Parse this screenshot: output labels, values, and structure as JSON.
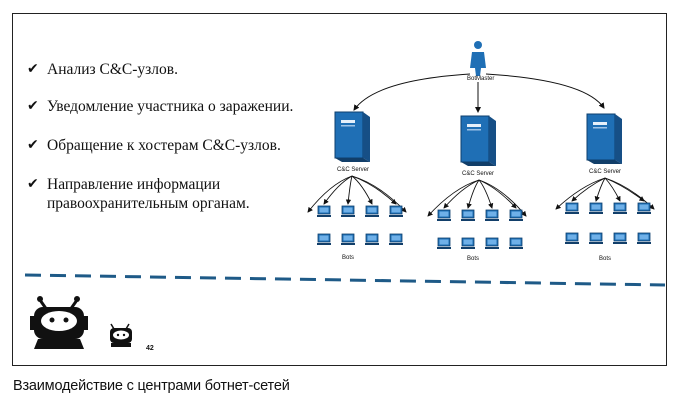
{
  "checklist": [
    {
      "icon": "checkmark-icon",
      "text": "Анализ C&C-узлов."
    },
    {
      "icon": "checkmark-icon",
      "text": "Уведомление участника о заражении."
    },
    {
      "icon": "checkmark-icon",
      "text": "Обращение к хостерам C&C-узлов."
    },
    {
      "icon": "checkmark-icon",
      "text": "Направление информации правоохранительным органам."
    }
  ],
  "diagram": {
    "master_label": "BotMaster",
    "server_label": "C&C Server",
    "bots_label": "Bots",
    "logo_small_label": "42"
  },
  "caption": "Взаимодействие с центрами ботнет-сетей",
  "colors": {
    "server_blue": "#1f6fb5",
    "dashed_line": "#1e5a87",
    "robot_black": "#111111"
  }
}
